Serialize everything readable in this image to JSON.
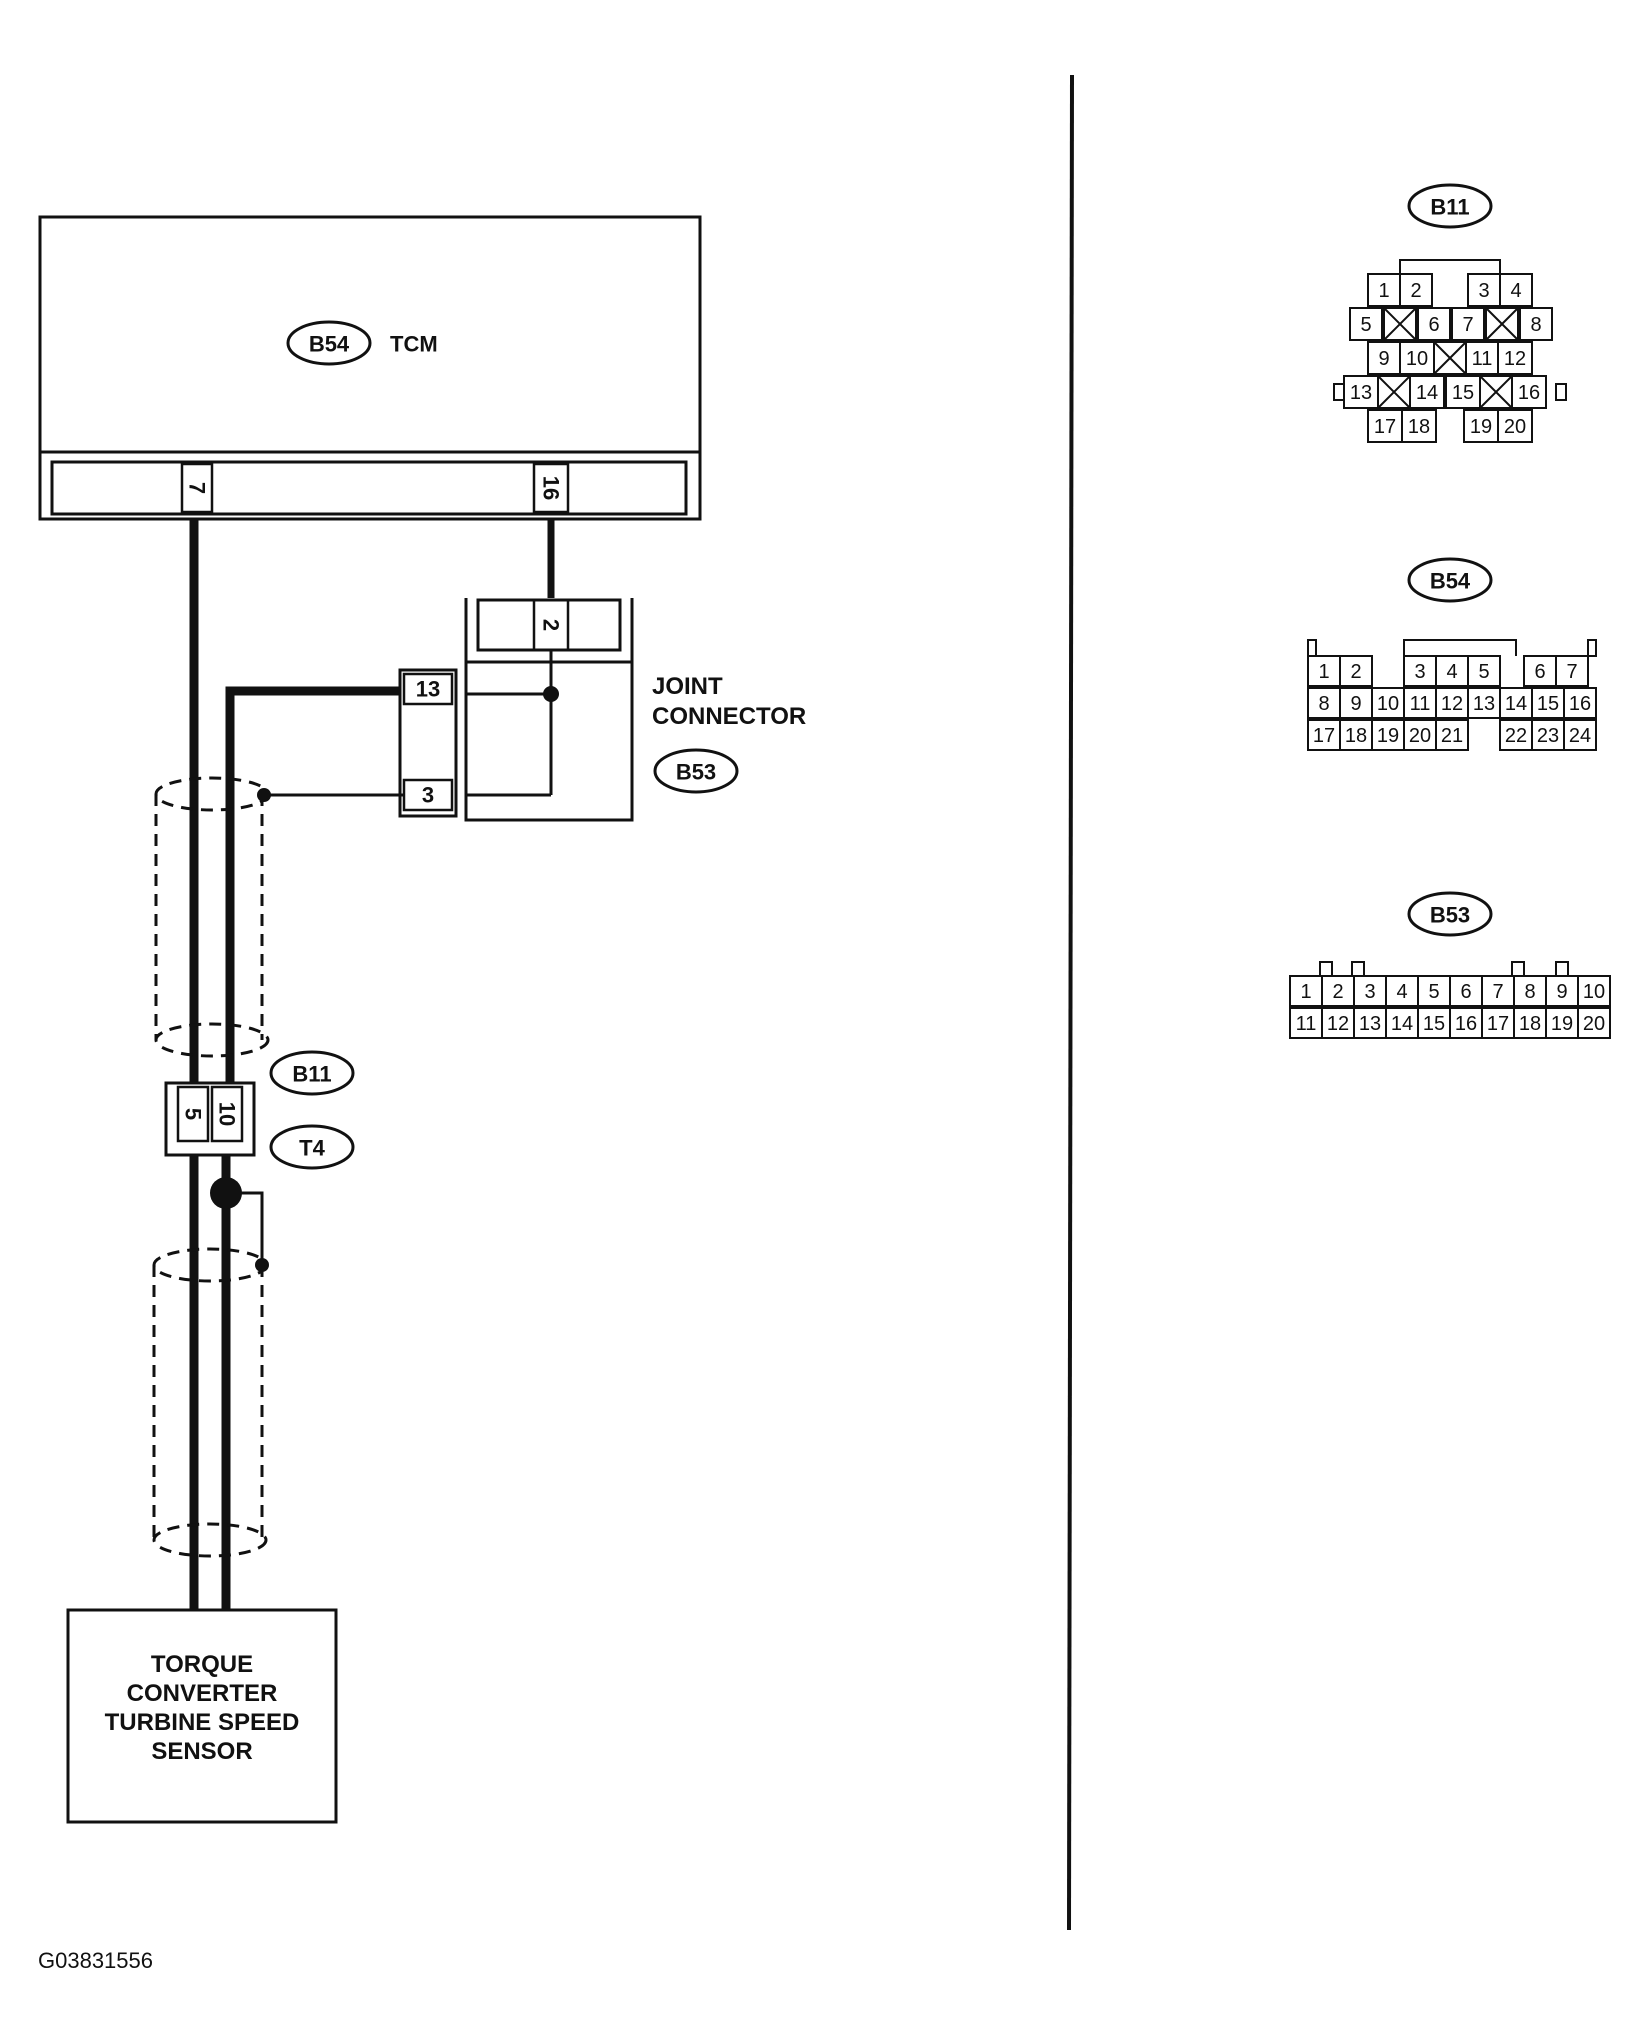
{
  "tcm": {
    "connector": "B54",
    "label": "TCM",
    "pin_a": "7",
    "pin_b": "16"
  },
  "joint_connector": {
    "line1": "JOINT",
    "line2": "CONNECTOR",
    "connector": "B53",
    "pin_top": "2",
    "pin_mid": "13",
    "pin_low": "3"
  },
  "inline_connector": {
    "id": "B11",
    "ground_id": "T4",
    "pin_a": "5",
    "pin_b": "10"
  },
  "sensor": {
    "lines": [
      "TORQUE",
      "CONVERTER",
      "TURBINE SPEED",
      "SENSOR"
    ]
  },
  "face_views": {
    "b11": {
      "title": "B11",
      "rows": [
        [
          "1",
          "2",
          "3",
          "4"
        ],
        [
          "5",
          "6",
          "7",
          "8"
        ],
        [
          "9",
          "10",
          "11",
          "12"
        ],
        [
          "13",
          "14",
          "15",
          "16"
        ],
        [
          "17",
          "18",
          "19",
          "20"
        ]
      ]
    },
    "b54": {
      "title": "B54",
      "rows": [
        [
          "1",
          "2",
          "3",
          "4",
          "5",
          "6",
          "7"
        ],
        [
          "8",
          "9",
          "10",
          "11",
          "12",
          "13",
          "14",
          "15",
          "16"
        ],
        [
          "17",
          "18",
          "19",
          "20",
          "21",
          "22",
          "23",
          "24"
        ]
      ]
    },
    "b53": {
      "title": "B53",
      "rows": [
        [
          "1",
          "2",
          "3",
          "4",
          "5",
          "6",
          "7",
          "8",
          "9",
          "10"
        ],
        [
          "11",
          "12",
          "13",
          "14",
          "15",
          "16",
          "17",
          "18",
          "19",
          "20"
        ]
      ]
    }
  },
  "figure_id": "G03831556"
}
